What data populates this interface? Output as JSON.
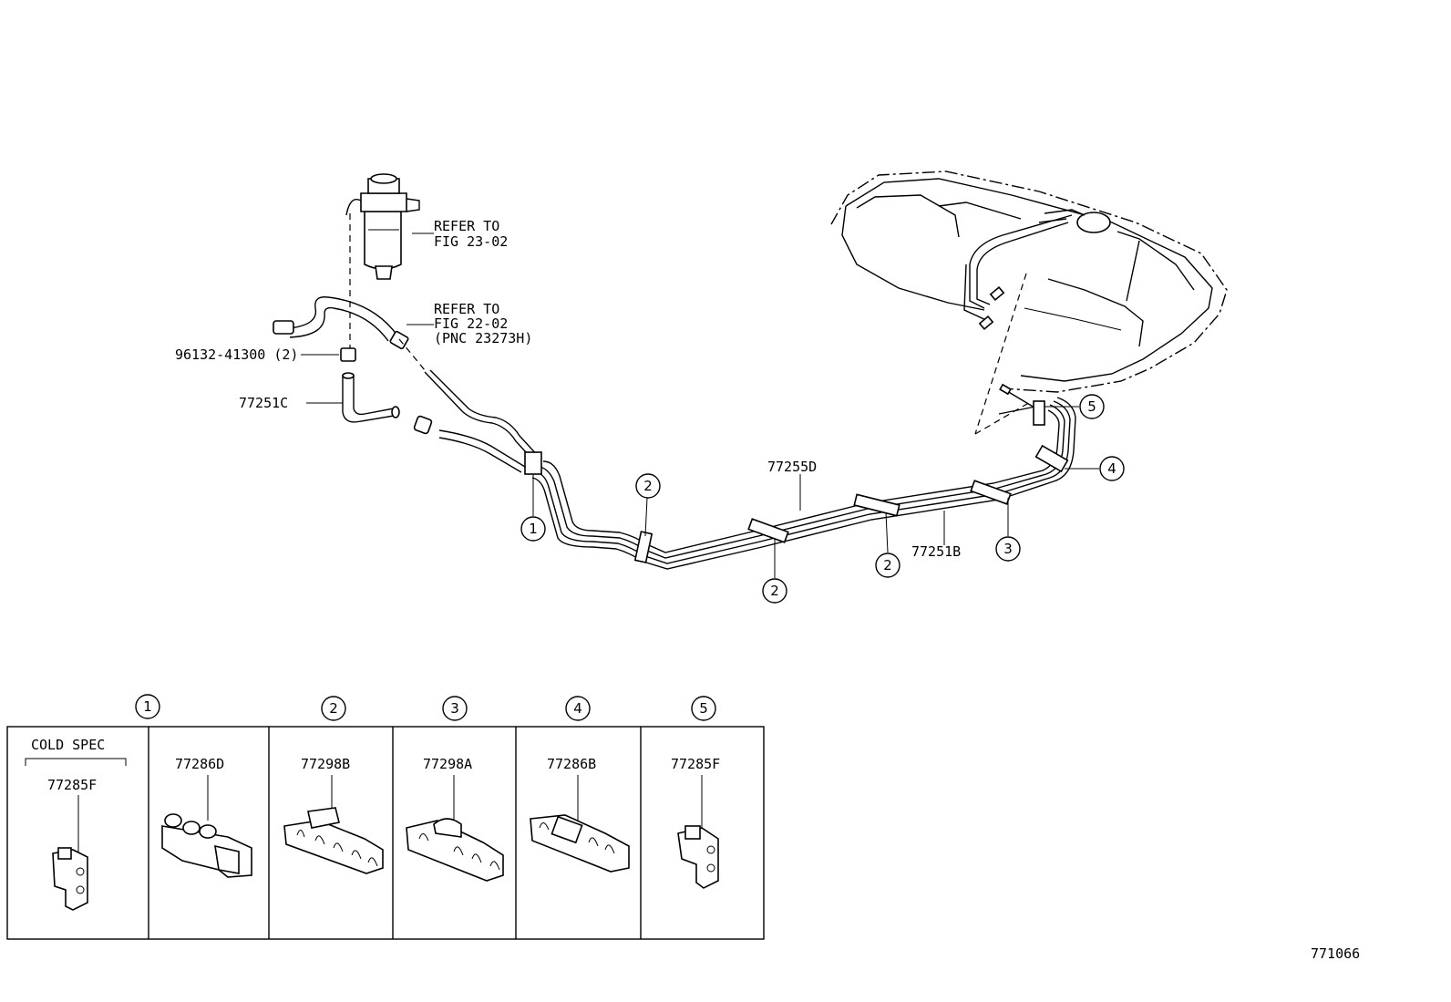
{
  "diagram": {
    "refer_fig_23": [
      "REFER TO",
      "FIG 23-02"
    ],
    "refer_fig_22": [
      "REFER TO",
      "FIG 22-02",
      "(PNC 23273H)"
    ],
    "clip_part": "96132-41300 (2)",
    "hose_part": "77251C",
    "tube_main": "77255D",
    "tube_secondary": "77251B",
    "callouts": [
      "1",
      "2",
      "2",
      "2",
      "3",
      "4",
      "5"
    ]
  },
  "legend": {
    "cells": [
      {
        "num": "1",
        "header": "COLD SPEC",
        "part": "77285F"
      },
      {
        "num": "",
        "header": "",
        "part": "77286D"
      },
      {
        "num": "2",
        "header": "",
        "part": "77298B"
      },
      {
        "num": "3",
        "header": "",
        "part": "77298A"
      },
      {
        "num": "4",
        "header": "",
        "part": "77286B"
      },
      {
        "num": "5",
        "header": "",
        "part": "77285F"
      }
    ]
  },
  "figure_id": "771066"
}
